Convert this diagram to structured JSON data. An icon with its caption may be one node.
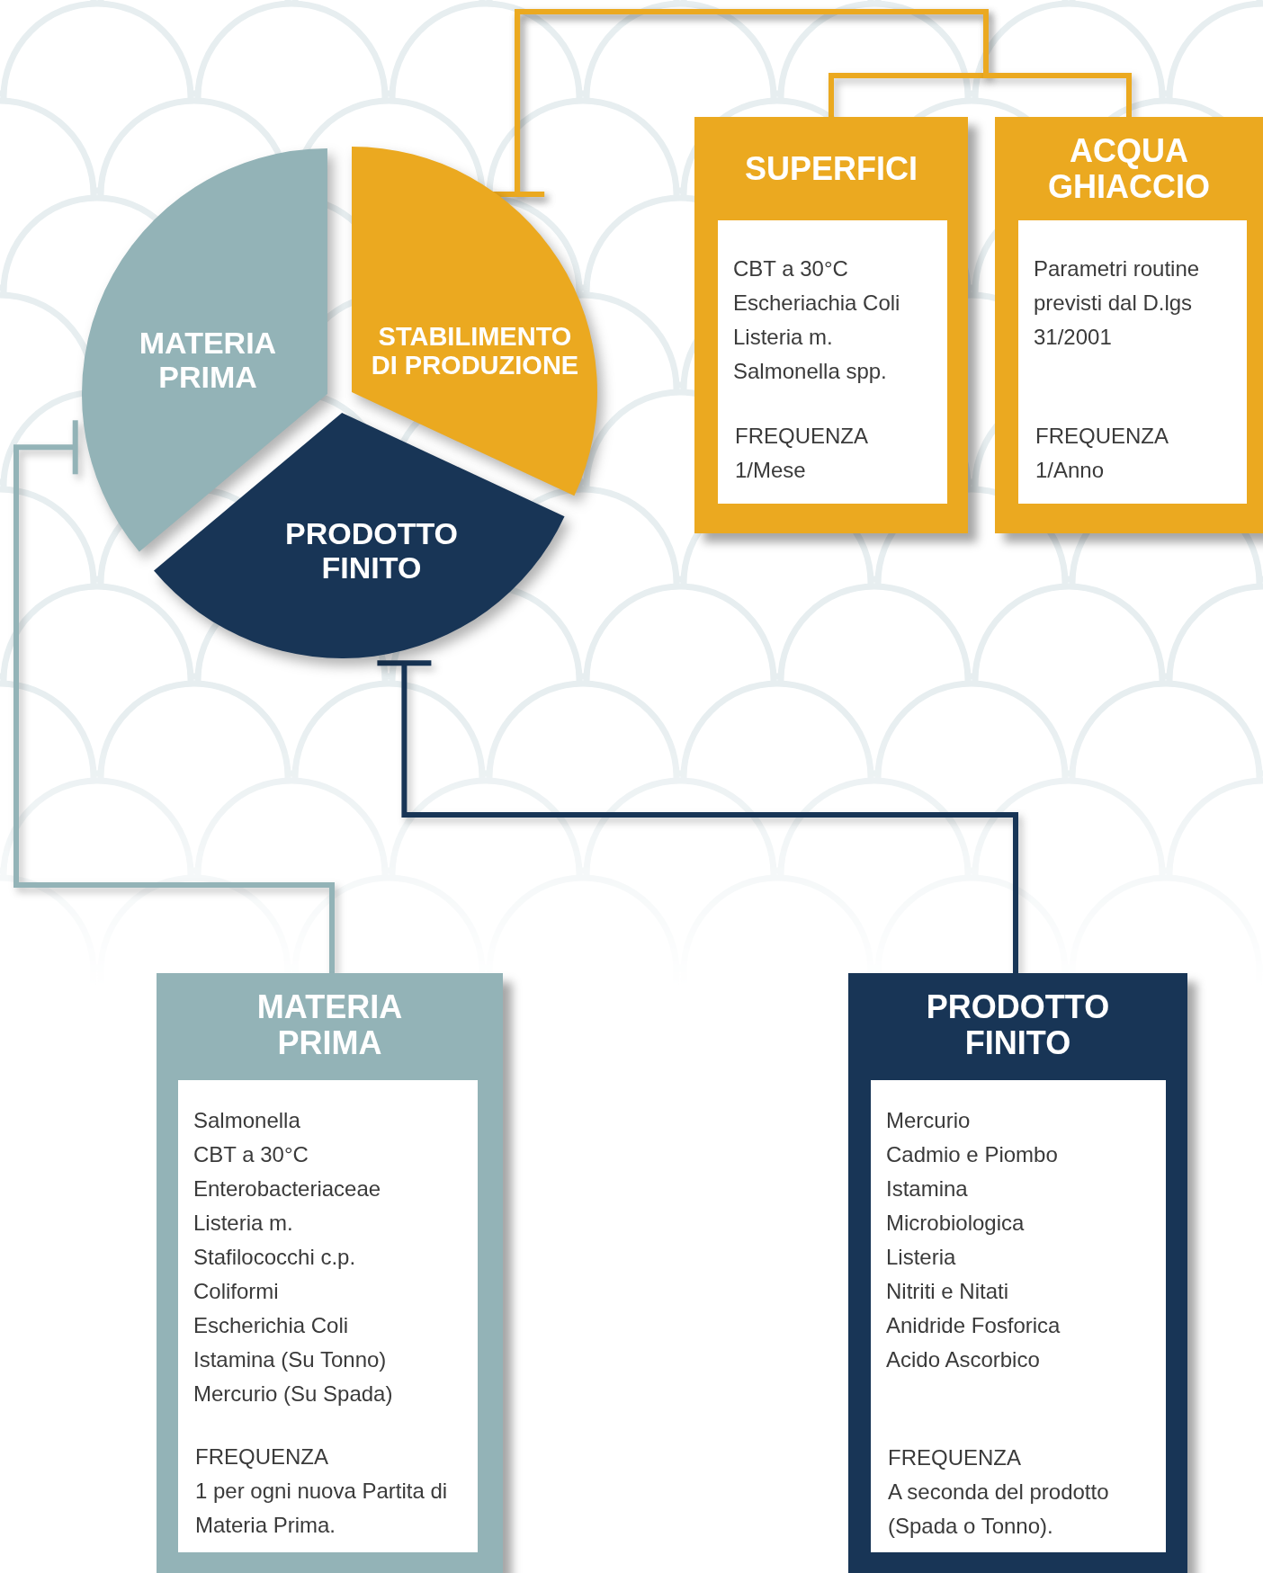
{
  "diagram": {
    "nodes": [
      {
        "text": [
          "MATERIA PRIMA"
        ]
      },
      {
        "text": [
          "STABILIMENTO DI PRODUZIONE"
        ]
      },
      {
        "text": [
          "PRODOTTO FINITO"
        ]
      },
      {
        "text": [
          "SUPERFICI"
        ]
      },
      {
        "text": [
          "CBT a 30°C",
          "Escheriachia Coli",
          "Listeria m.",
          "Salmonella spp.",
          "FREQUENZA",
          "1/Mese"
        ],
        "in": 3
      },
      {
        "text": [
          "ACQUA GHIACCIO"
        ]
      },
      {
        "text": [
          "Parametri routine previsti dal D.lgs 31/2001",
          "FREQUENZA",
          "1/Anno"
        ],
        "in": 5
      },
      {
        "text": [
          "MATERIA PRIMA"
        ]
      },
      {
        "text": [
          "Salmonella",
          "CBT a 30°C",
          "Enterobacteriaceae",
          "Listeria m.",
          "Stafilococchi c.p.",
          "Coliformi",
          "Escherichia Coli",
          "Istamina (Su Tonno)",
          "Mercurio (Su Spada)",
          "FREQUENZA",
          "1 per ogni nuova Partita di Materia Prima."
        ],
        "in": 7
      },
      {
        "text": [
          "PRODOTTO FINITO"
        ]
      },
      {
        "text": [
          "Mercurio",
          "Cadmio e Piombo",
          "Istamina",
          "Microbiologica",
          "Listeria",
          "Nitriti e Nitati",
          "Anidride Fosforica",
          "Acido Ascorbico",
          "FREQUENZA",
          "A seconda del prodotto (Spada o Tonno)."
        ],
        "in": 9
      }
    ],
    "edges": [
      {
        "from": 1,
        "to": 3,
        "arrow": "other",
        "color": "#eba920"
      },
      {
        "from": 1,
        "to": 5,
        "arrow": "other",
        "color": "#eba920"
      },
      {
        "from": 0,
        "to": 7,
        "arrow": "other",
        "color": "#93b3b7"
      },
      {
        "from": 2,
        "to": 9,
        "arrow": "other",
        "color": "#183556"
      }
    ]
  }
}
